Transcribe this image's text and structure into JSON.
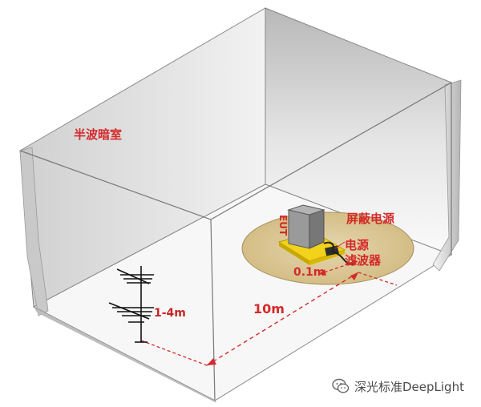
{
  "diagram": {
    "chamber_label": "半波暗室",
    "shield_label": "屏蔽电源",
    "filter_label_lines": [
      "电源",
      "滤波器"
    ],
    "eut_label": "EUT",
    "small_distance": "0.1m",
    "antenna_height": "1-4m",
    "main_distance": "10m"
  },
  "watermark": {
    "text": "深光标准DeepLight",
    "icon": "wechat-icon"
  },
  "colors": {
    "label_red": "#d42a2a",
    "turntable": "#dcc89a",
    "platform": "#f2d21a",
    "eut_box": "#8c8c8c"
  }
}
